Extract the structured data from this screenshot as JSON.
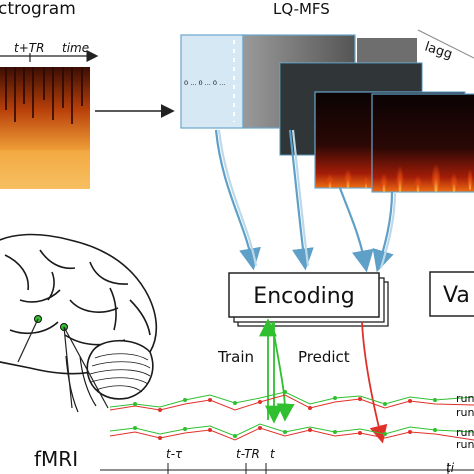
{
  "labels": {
    "spectrogram": "ctrogram",
    "time_marker": "t+TR",
    "time": "time",
    "lq_mfs": "LQ-MFS",
    "lagged": "lagg",
    "zero_text": "0 ... 0 ... 0 ...",
    "encoding": "Encoding",
    "validation": "Va",
    "train": "Train",
    "predict": "Predict",
    "fmri": "fMRI",
    "tick_t_tau": "t-τ",
    "tick_t_tr": "t-TR",
    "tick_t": "t",
    "tick_ti": "ti",
    "run_label": "run"
  },
  "colors": {
    "blue_arrow": "#5fa0c8",
    "train_green": "#2fbf2f",
    "predict_red": "#e0302a",
    "panel_blue": "#d7e8f5"
  },
  "icons": {
    "arrow": "arrow-icon",
    "brain": "brain-icon"
  }
}
